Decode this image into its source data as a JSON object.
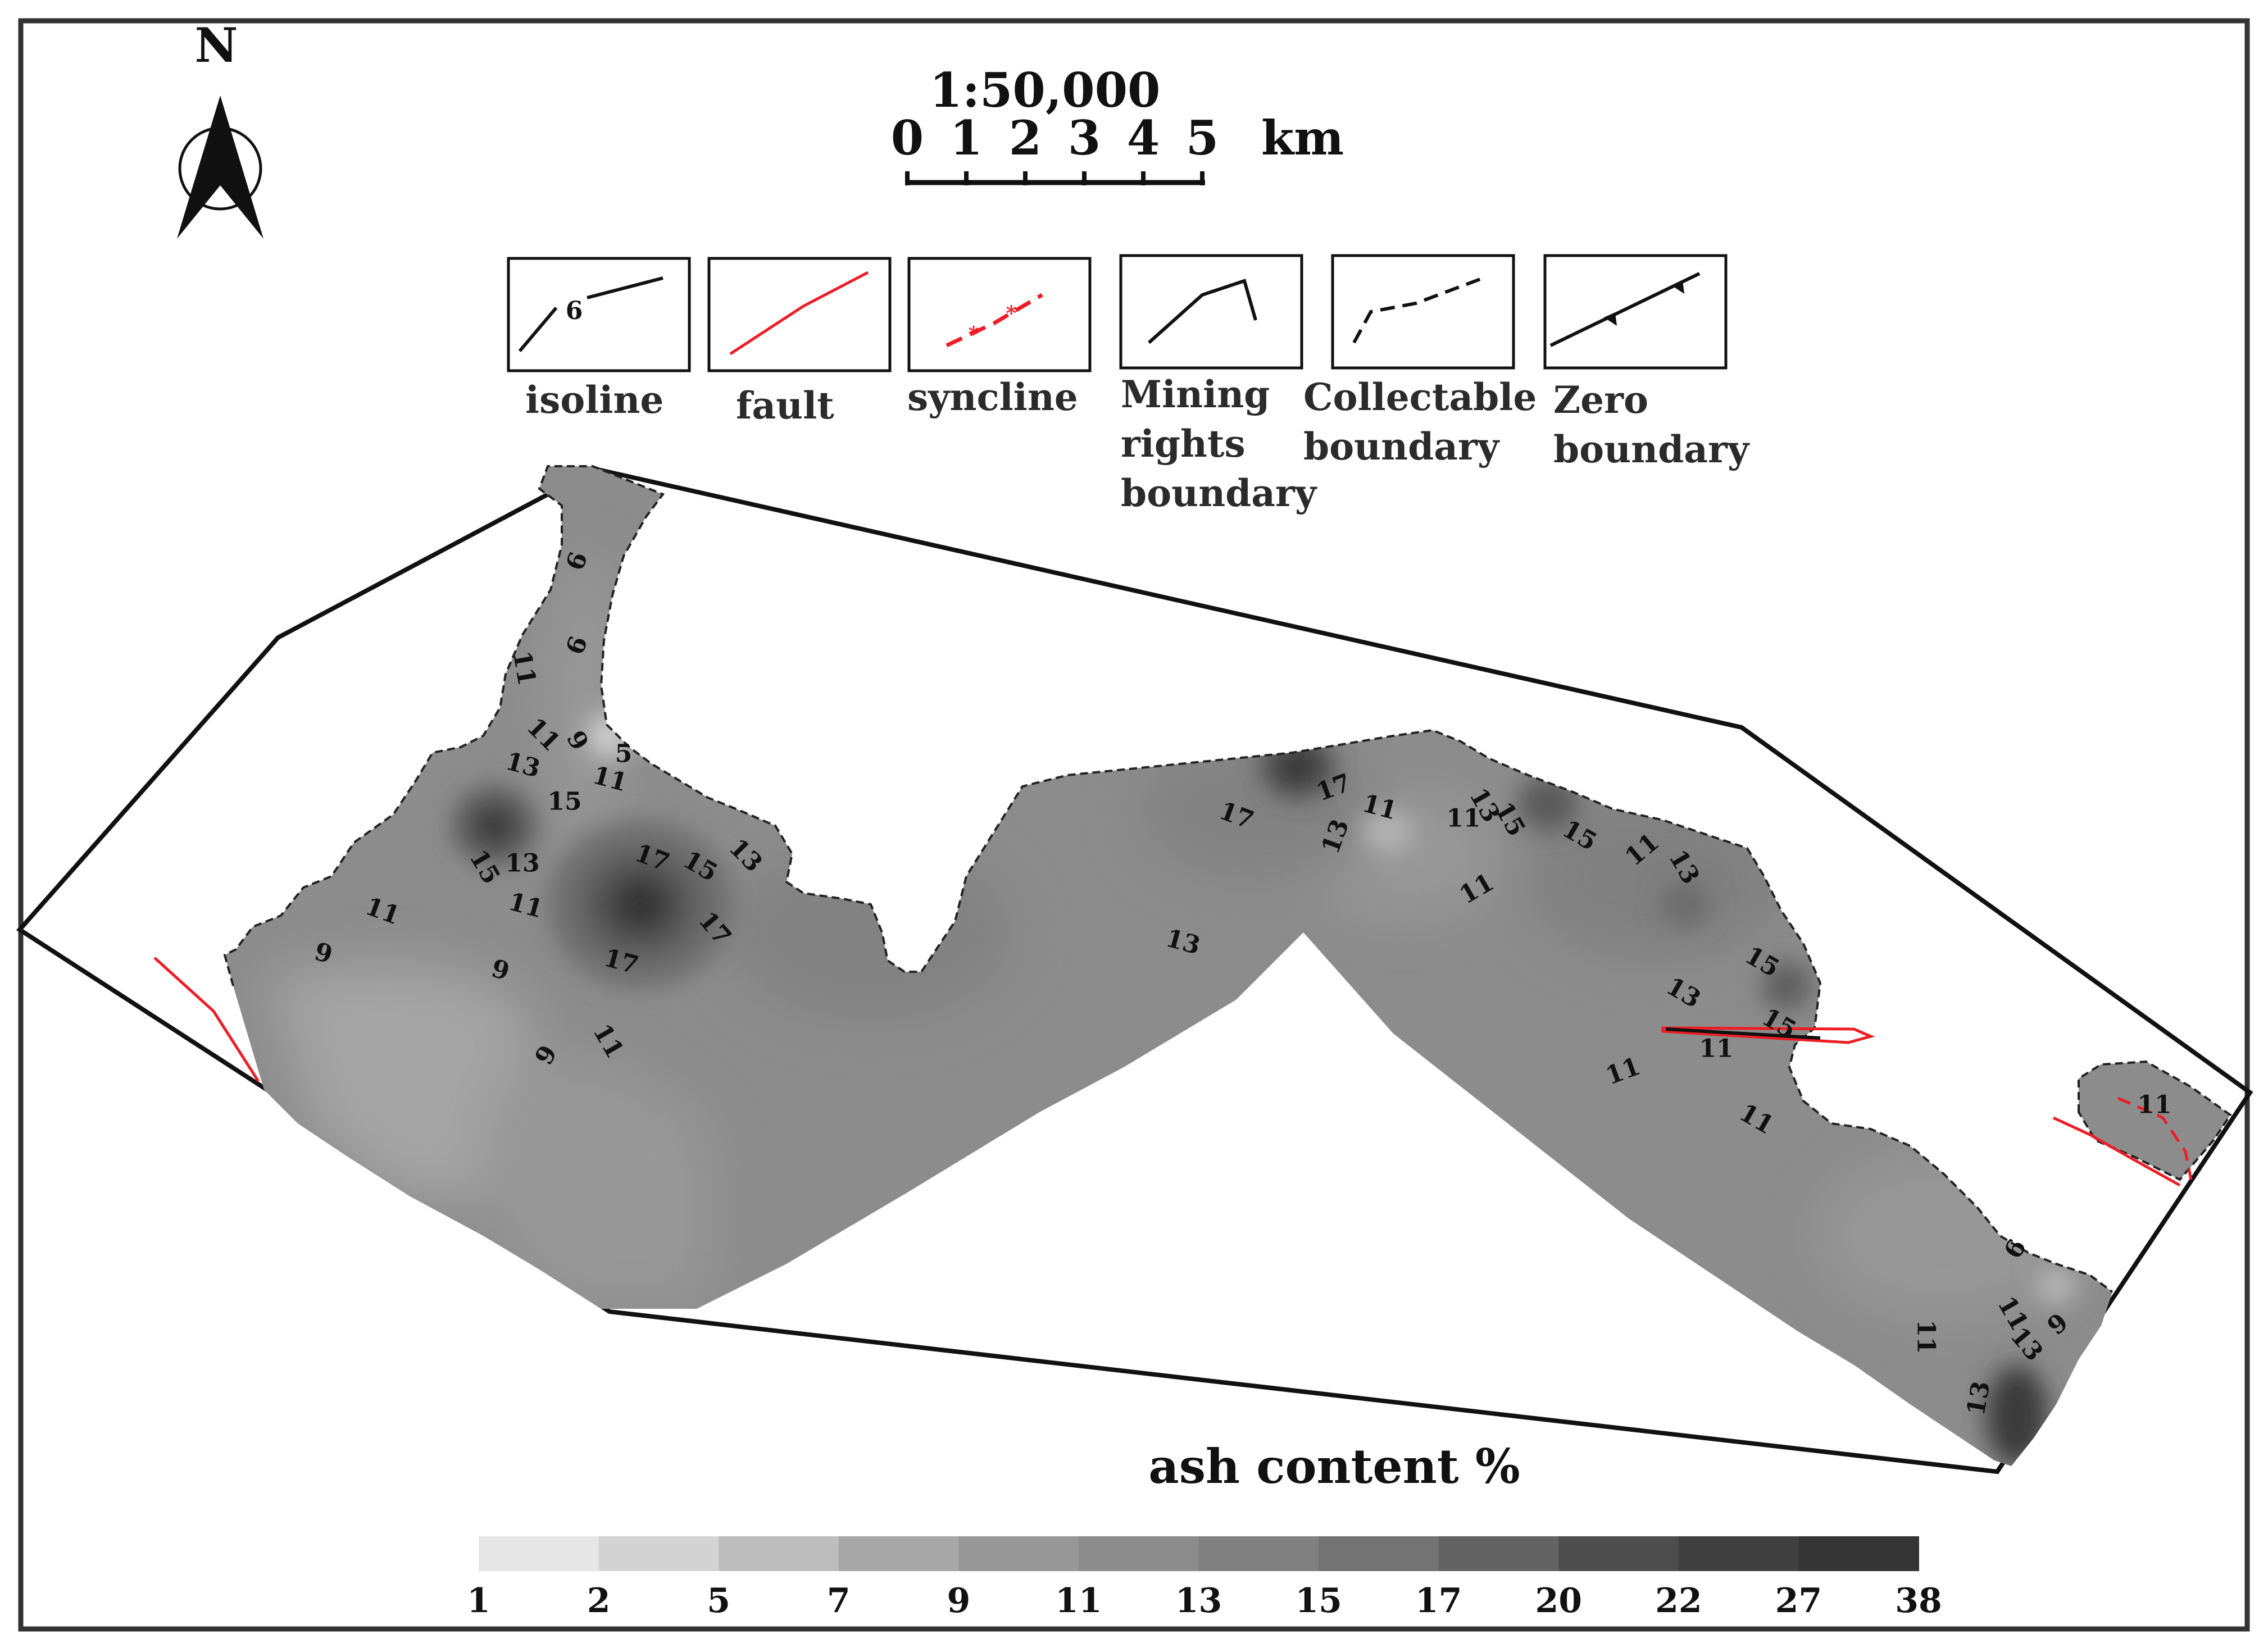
{
  "north": {
    "label": "N"
  },
  "scale": {
    "ratio": "1:50,000",
    "ticks": [
      "0",
      "1",
      "2",
      "3",
      "4",
      "5"
    ],
    "unit": "km"
  },
  "legend": {
    "items": [
      {
        "id": "isoline",
        "lines": [
          "isoline"
        ],
        "sample_text": "6"
      },
      {
        "id": "fault",
        "lines": [
          "fault"
        ]
      },
      {
        "id": "syncline",
        "lines": [
          "syncline"
        ]
      },
      {
        "id": "mining-rights-boundary",
        "lines": [
          "Mining",
          "rights",
          "boundary"
        ]
      },
      {
        "id": "collectable-boundary",
        "lines": [
          "Collectable",
          "boundary"
        ]
      },
      {
        "id": "zero-boundary",
        "lines": [
          "Zero",
          "boundary"
        ]
      }
    ]
  },
  "colorbar": {
    "title": "ash content  %",
    "labels": [
      "1",
      "2",
      "5",
      "7",
      "9",
      "11",
      "13",
      "15",
      "17",
      "20",
      "22",
      "27",
      "38"
    ],
    "colors": [
      "#e6e6e6",
      "#d3d3d3",
      "#bdbdbd",
      "#a7a7a7",
      "#979797",
      "#8c8c8c",
      "#808080",
      "#737373",
      "#636363",
      "#4d4d4d",
      "#404040",
      "#353535"
    ]
  },
  "contour_labels": [
    "6",
    "6",
    "11",
    "11",
    "9",
    "13",
    "5",
    "11",
    "15",
    "15",
    "13",
    "17",
    "15",
    "13",
    "11",
    "11",
    "17",
    "9",
    "9",
    "17",
    "9",
    "11",
    "17",
    "17",
    "11",
    "13",
    "11",
    "13",
    "15",
    "15",
    "11",
    "11",
    "13",
    "13",
    "15",
    "13",
    "15",
    "11",
    "11",
    "11",
    "11",
    "6",
    "11",
    "11",
    "13",
    "9",
    "13"
  ],
  "colors": {
    "frame": "#333333",
    "fault": "#ee1c25",
    "syncline": "#ee1c25",
    "boundary": "#111111"
  }
}
